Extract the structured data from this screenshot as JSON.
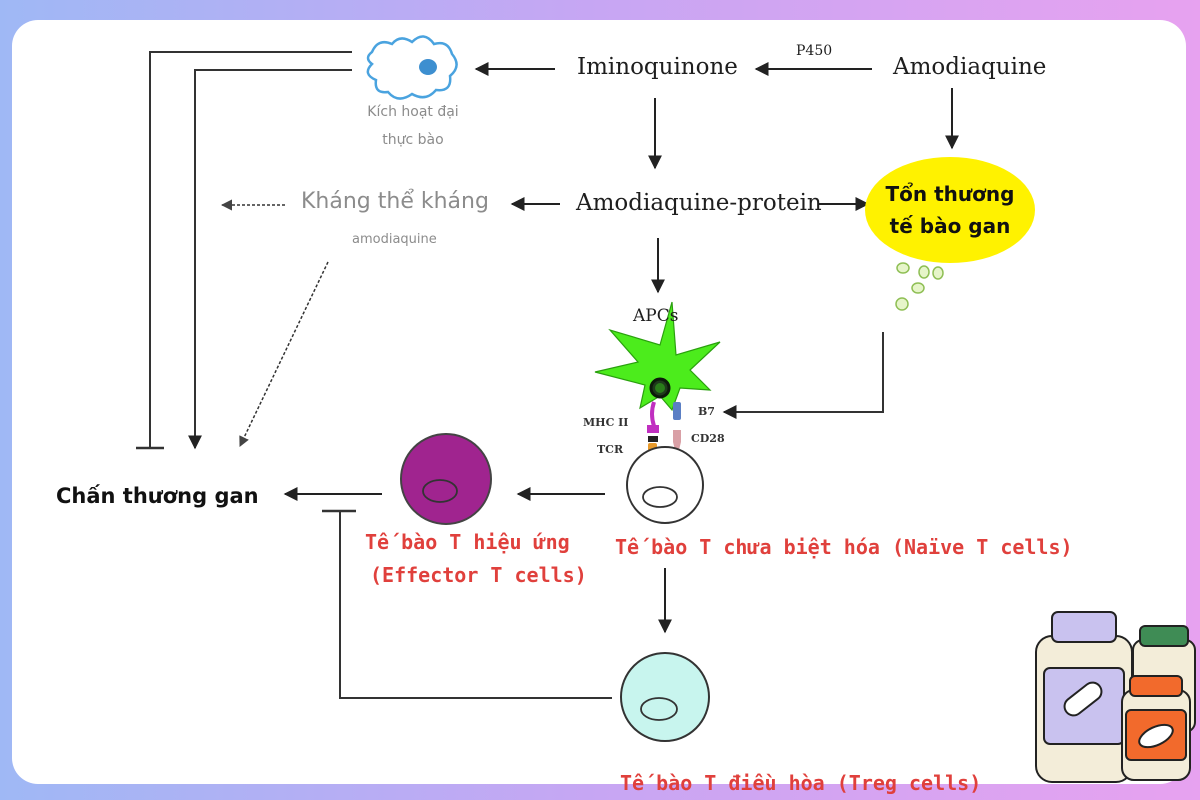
{
  "nodes": {
    "iminoquinone": "Iminoquinone",
    "amodiaquine": "Amodiaquine",
    "p450": "P450",
    "macrophage_line1": "Kích hoạt đại",
    "macrophage_line2": "thực bào",
    "antibody_line1": "Kháng thể kháng",
    "antibody_line2": "amodiaquine",
    "amodiaquine_protein": "Amodiaquine-protein",
    "liver_damage_line1": "Tổn thương",
    "liver_damage_line2": "tế bào gan",
    "apcs": "APCs",
    "mhc2": "MHC II",
    "tcr": "TCR",
    "b7": "B7",
    "cd28": "CD28",
    "liver_injury": "Chấn thương gan",
    "effector_line1": "Tế bào T hiệu ứng",
    "effector_line2": "(Effector T cells)",
    "naive": "Tế bào T chưa biệt hóa (Naïve T cells)",
    "treg": "Tế bào T điều hòa (Treg cells)"
  },
  "colors": {
    "background_left": "#9fb8f5",
    "background_right": "#e7a2f0",
    "accent_red": "#e0403c",
    "highlight_yellow": "#fff200",
    "apc_green": "#4cec1c",
    "effector_purple": "#a0248f",
    "treg_mint": "#c8f5ee",
    "macrophage_blue": "#4aa3df"
  },
  "icons": [
    "macrophage-cell-icon",
    "apc-dendritic-cell-icon",
    "medicine-bottles-icon"
  ]
}
